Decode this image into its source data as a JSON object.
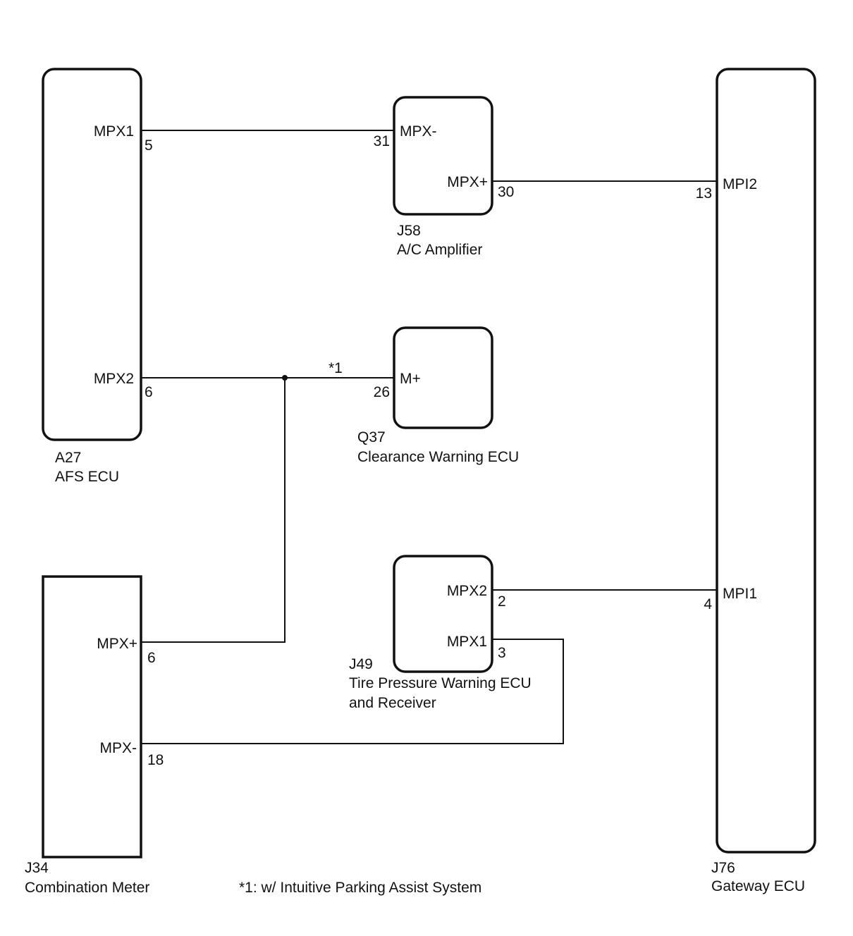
{
  "components": {
    "afs_ecu": {
      "code": "A27",
      "name": "AFS ECU"
    },
    "ac_amplifier": {
      "code": "J58",
      "name": "A/C Amplifier"
    },
    "clearance_warning_ecu": {
      "code": "Q37",
      "name": "Clearance Warning ECU"
    },
    "tire_pressure_ecu": {
      "code": "J49",
      "name_line1": "Tire Pressure Warning ECU",
      "name_line2": "and Receiver"
    },
    "combination_meter": {
      "code": "J34",
      "name": "Combination Meter"
    },
    "gateway_ecu": {
      "code": "J76",
      "name": "Gateway ECU"
    }
  },
  "terminals": {
    "afs_mpx1": {
      "name": "MPX1",
      "pin": "5"
    },
    "afs_mpx2": {
      "name": "MPX2",
      "pin": "6"
    },
    "ac_mpx_minus": {
      "name": "MPX-",
      "pin": "31"
    },
    "ac_mpx_plus": {
      "name": "MPX+",
      "pin": "30"
    },
    "gw_mpi2": {
      "name": "MPI2",
      "pin": "13"
    },
    "gw_mpi1": {
      "name": "MPI1",
      "pin": "4"
    },
    "cw_m_plus": {
      "name": "M+",
      "pin": "26"
    },
    "tp_mpx2": {
      "name": "MPX2",
      "pin": "2"
    },
    "tp_mpx1": {
      "name": "MPX1",
      "pin": "3"
    },
    "cm_mpx_plus": {
      "name": "MPX+",
      "pin": "6"
    },
    "cm_mpx_minus": {
      "name": "MPX-",
      "pin": "18"
    }
  },
  "wire_note_marker": "*1",
  "footnote": "*1: w/ Intuitive Parking Assist System"
}
